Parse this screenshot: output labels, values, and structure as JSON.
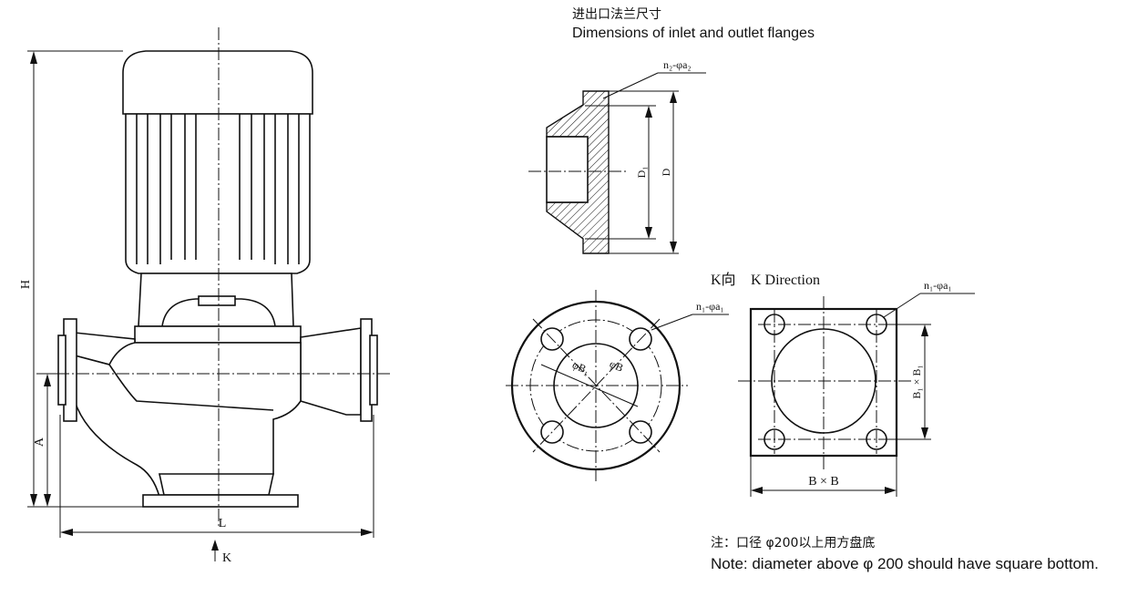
{
  "pump": {
    "dim_H": "H",
    "dim_A": "A",
    "dim_L": "L",
    "k_arrow": "K"
  },
  "flange_section": {
    "title_cn": "进出口法兰尺寸",
    "title_en": "Dimensions of inlet and outlet flanges",
    "hole_label": "n₂-φa₂",
    "dim_D1": "D₁",
    "dim_D": "D"
  },
  "k_direction": {
    "label_cn": "K向",
    "label_en": "K Direction"
  },
  "round_base": {
    "hole_label": "n₁-φa₁",
    "dim_B1": "φB₁",
    "dim_B": "φB"
  },
  "square_base": {
    "hole_label": "n₁-φa₁",
    "dim_B1xB1": "B₁ × B₁",
    "dim_BxB": "B × B"
  },
  "note": {
    "cn": "注：口径 φ200以上用方盘底",
    "en": "Note: diameter above φ 200 should have square bottom."
  }
}
